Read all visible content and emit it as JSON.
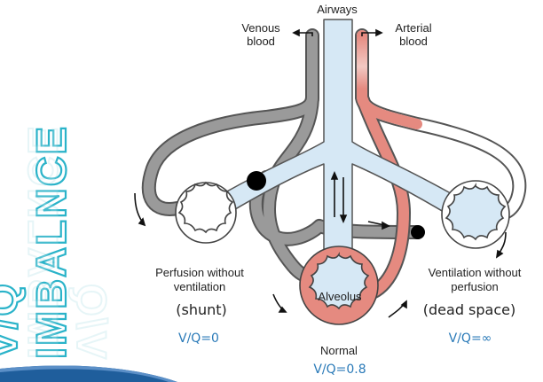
{
  "title": "V/Q IMBALNCE",
  "labels": {
    "airways": "Airways",
    "venous": "Venous\nblood",
    "arterial": "Arterial\nblood",
    "left_desc": "Perfusion without\nventilation",
    "left_term": "(shunt)",
    "left_ratio": "V/Q=0",
    "center_alveolus": "Alveolus",
    "center_desc": "Normal",
    "center_ratio": "V/Q=0.8",
    "right_desc": "Ventilation without\nperfusion",
    "right_term": "(dead space)",
    "right_ratio": "V/Q=∞"
  },
  "colors": {
    "title_outline": "#2ab3c9",
    "airway_fill": "#d6e8f5",
    "venous_vessel": "#8f8f8f",
    "arterial_vessel": "#e08a80",
    "ratio_text": "#2a7ab8",
    "swoosh": "#1f5e9c"
  }
}
